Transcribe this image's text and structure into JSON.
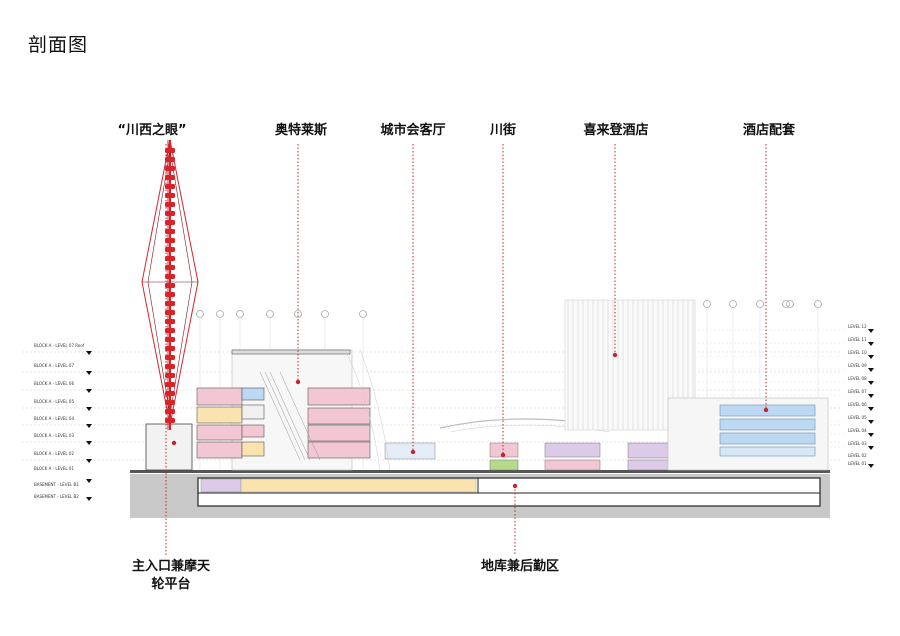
{
  "title": "剖面图",
  "callouts_top": [
    {
      "id": "ferris-wheel",
      "label": "“川西之眼”"
    },
    {
      "id": "outlets",
      "label": "奥特莱斯"
    },
    {
      "id": "city-hall",
      "label": "城市会客厅"
    },
    {
      "id": "chuan-street",
      "label": "川街"
    },
    {
      "id": "sheraton",
      "label": "喜来登酒店"
    },
    {
      "id": "hotel-support",
      "label": "酒店配套"
    }
  ],
  "callouts_bottom": [
    {
      "id": "main-entrance",
      "line1": "主入口兼摩天",
      "line2": "轮平台"
    },
    {
      "id": "basement",
      "line1": "地库兼后勤区",
      "line2": ""
    }
  ],
  "left_levels": [
    "BLOCK A - LEVEL 07 Roof",
    "BLOCK A - LEVEL 07",
    "BLOCK A - LEVEL 06",
    "BLOCK A - LEVEL 05",
    "BLOCK A - LEVEL 04",
    "BLOCK A - LEVEL 03",
    "BLOCK A - LEVEL 02",
    "BLOCK A - LEVEL 01",
    "BASEMENT - LEVEL B1",
    "BASEMENT - LEVEL B2"
  ],
  "right_levels": [
    "LEVEL 12",
    "LEVEL 11",
    "LEVEL 10",
    "LEVEL 09",
    "LEVEL 08",
    "LEVEL 07",
    "LEVEL 06",
    "LEVEL 05",
    "LEVEL 04",
    "LEVEL 03",
    "LEVEL 02",
    "LEVEL 01"
  ],
  "colors": {
    "accent_red": "#d8232a",
    "leader_red": "#c0272d",
    "ground_gray": "#c8c8c8",
    "pink_room": "#f3c6d3",
    "blue_room": "#bcd8f2",
    "yellow_room": "#fbe3b0",
    "green_room": "#b6d98c",
    "lavender_room": "#dccbe8"
  }
}
